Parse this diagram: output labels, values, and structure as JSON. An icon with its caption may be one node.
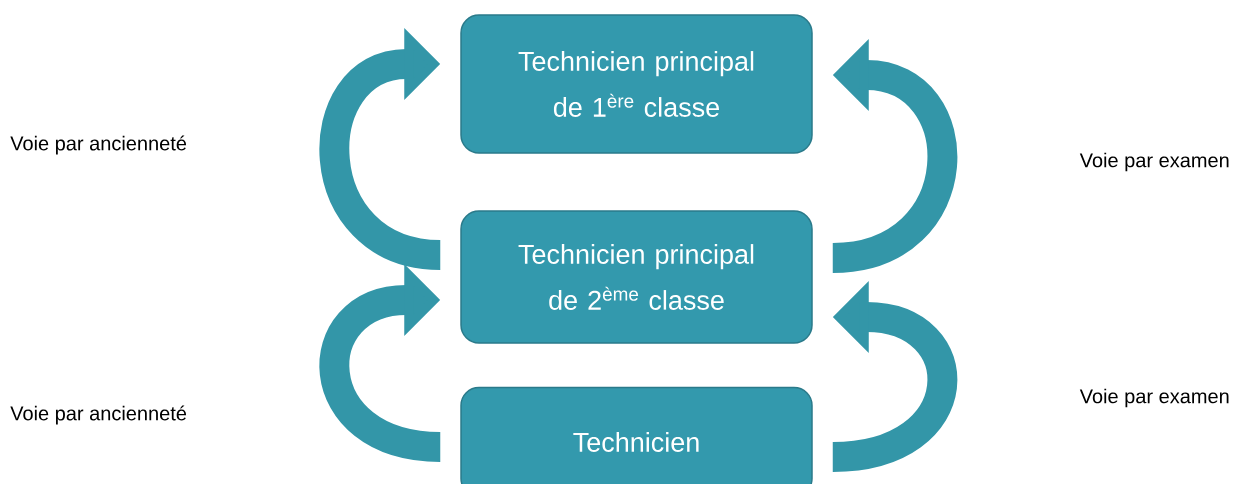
{
  "diagram": {
    "nodes": [
      {
        "text": [
          "Technicien principal de 1$^{ère}$ classe"
        ]
      },
      {
        "text": [
          "Technicien principal de 2$^{ème}$ classe"
        ]
      },
      {
        "text": [
          "Technicien"
        ]
      }
    ],
    "edges": [
      {
        "from": 1,
        "to": 0,
        "arrow": "to"
      },
      {
        "from": 1,
        "to": 0,
        "arrow": "to"
      },
      {
        "from": 2,
        "to": 1,
        "arrow": "to"
      },
      {
        "from": 2,
        "to": 1,
        "arrow": "to"
      }
    ],
    "labels": [
      "Voie par ancienneté",
      "Voie par examen",
      "Voie par ancienneté",
      "Voie par examen"
    ]
  }
}
